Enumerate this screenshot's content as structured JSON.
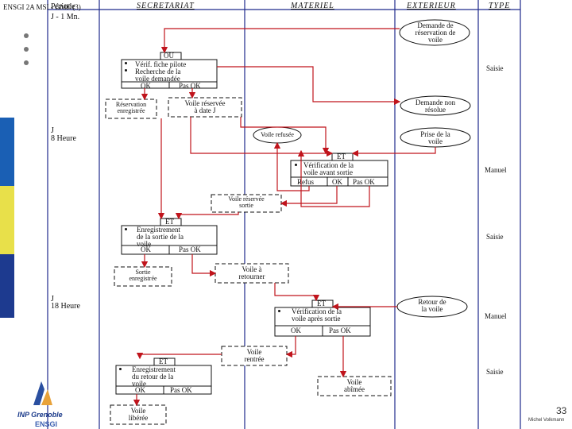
{
  "header": {
    "course": "ENSGI 2A MSI - GME (3)",
    "period_label": "Période"
  },
  "columns": {
    "col1": "SECRETARIAT",
    "col2": "MATERIEL",
    "col3": "EXTERIEUR",
    "col4": "TYPE"
  },
  "timeline": {
    "t1": "J - 1 Mn.",
    "t2_day": "J",
    "t2_hour": "8 Heure",
    "t3_day": "J",
    "t3_hour": "18 Heure"
  },
  "events": {
    "demande": "Demande de\nréservation de\nvoile",
    "demande_non_resolue": "Demande non\nrésolue",
    "prise_voile": "Prise de la\nvoile",
    "voile_refusee": "Voile refusée",
    "retour_voile": "Retour de\nla voile"
  },
  "op1": {
    "sync": "OU",
    "line1": "Vérif. fiche pilote",
    "line2": "Recherche de la\nvoile demandée",
    "ok": "OK",
    "notok": "Pas OK"
  },
  "op2": {
    "sync": "ET",
    "line1": "Vérification de la\nvoile avant sortie",
    "refus": "Refus",
    "ok": "OK",
    "notok": "Pas OK"
  },
  "op3": {
    "sync": "ET",
    "line1": "Enregistrement\nde la sortie de la\nvoile",
    "ok": "OK",
    "notok": "Pas OK"
  },
  "op4": {
    "sync": "ET",
    "line1": "Vérification de la\nvoile après sortie",
    "ok": "OK",
    "notok": "Pas OK"
  },
  "op5": {
    "sync": "ET",
    "line1": "Enregistrement\ndu retour de la\nvoile",
    "ok": "OK",
    "notok": "Pas OK"
  },
  "docs": {
    "reservation": "Réservation\nenregistrée",
    "voile_reservee": "Voile réservée\nà date J",
    "voile_reservee_sortie": "Voile réservée\nsortie",
    "sortie_enregistree": "Sortie\nenregistrée",
    "voile_a_retourner": "Voile à\nretourner",
    "voile_rentree": "Voile\nrentrée",
    "voile_abimee": "Voile\nabîmée",
    "voile_libre": "Voile\nlibérée"
  },
  "types": {
    "t1": "Saisie",
    "t2": "Manuel",
    "t3": "Saisie",
    "t4": "Manuel",
    "t5": "Saisie"
  },
  "page": {
    "number": "33",
    "author": "Michel Volkmann",
    "logo": "INP Grenoble",
    "logo_sub": "ENSGI"
  },
  "colors": {
    "arrow": "#c0141c",
    "lane": "#1f2a8c",
    "sidebar_blue": "#1a5fb4",
    "sidebar_yellow": "#e8e04a",
    "sidebar_navy": "#1d3a8f"
  }
}
